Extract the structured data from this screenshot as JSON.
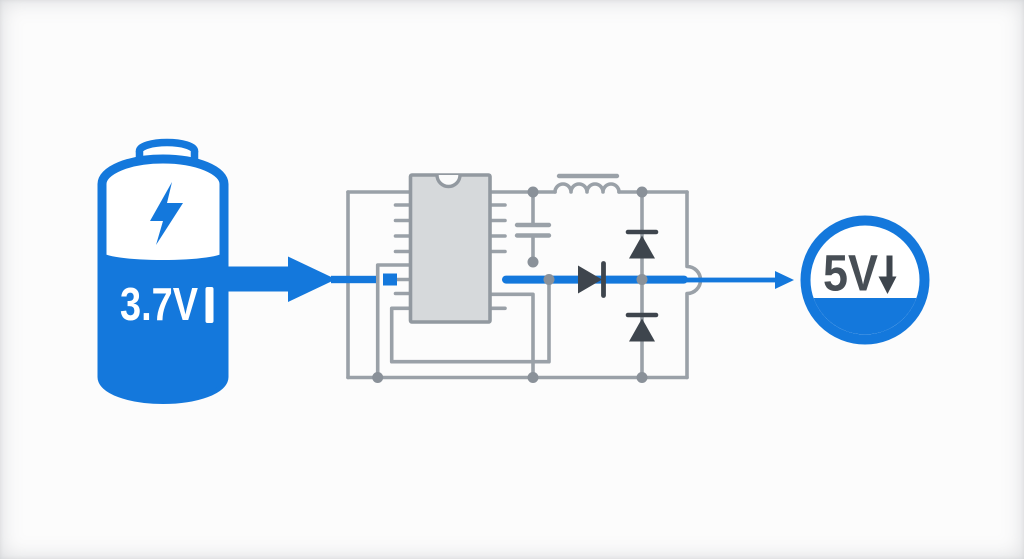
{
  "colors": {
    "accent_blue": "#1478DC",
    "wire_gray": "#9AA1A8",
    "junction_gray": "#8A9199",
    "component_dark": "#3E454D",
    "ic_fill": "#D6D9DB",
    "ic_border": "#9299A0",
    "badge_text_dark": "#474E55",
    "battery_text": "#FFFFFF",
    "background": "#FCFCFC"
  },
  "battery": {
    "voltage_label": "3.7V"
  },
  "output_badge": {
    "voltage_label": "5V"
  },
  "icons": {
    "battery": "battery-icon",
    "lightning": "lightning-bolt-icon",
    "input_arrow": "right-arrow-icon",
    "ic_chip": "ic-chip",
    "inductor": "inductor-icon",
    "capacitor": "capacitor-icon",
    "series_diode": "diode-icon",
    "shunt_diode_upper": "diode-icon",
    "shunt_diode_lower": "diode-icon",
    "wire_hop": "wire-hop-icon",
    "output_arrow": "right-arrow-icon",
    "down_arrow": "down-arrow-icon"
  }
}
